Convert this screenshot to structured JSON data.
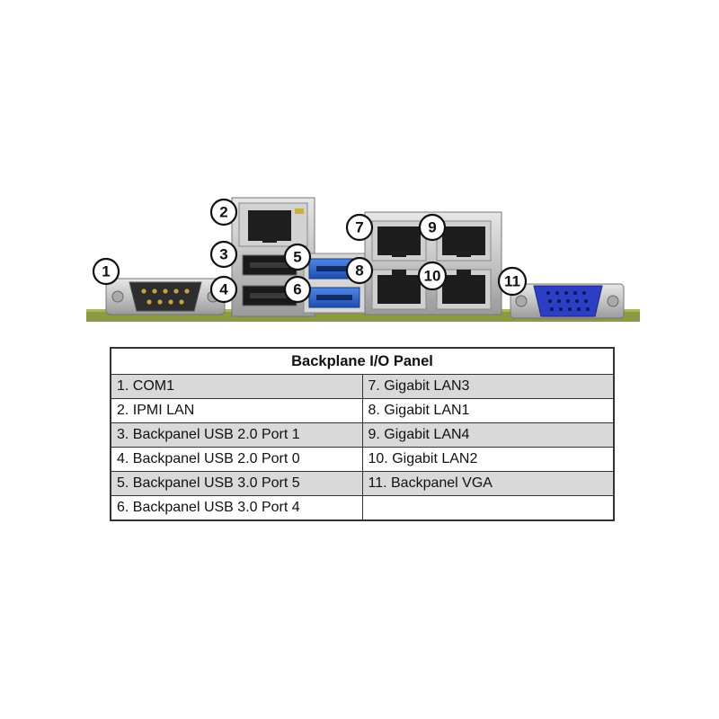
{
  "callouts": [
    "1",
    "2",
    "3",
    "4",
    "5",
    "6",
    "7",
    "8",
    "9",
    "10",
    "11"
  ],
  "table": {
    "title": "Backplane I/O Panel",
    "rows": [
      [
        "1. COM1",
        "7. Gigabit LAN3"
      ],
      [
        "2. IPMI LAN",
        "8.  Gigabit LAN1"
      ],
      [
        "3. Backpanel USB 2.0 Port 1",
        "9. Gigabit LAN4"
      ],
      [
        "4. Backpanel USB 2.0 Port 0",
        "10. Gigabit LAN2"
      ],
      [
        "5. Backpanel USB 3.0 Port 5",
        "11. Backpanel VGA"
      ],
      [
        "6. Backpanel USB 3.0 Port 4",
        ""
      ]
    ]
  },
  "colors": {
    "pcb": "#8c9a44",
    "metal": "#c9c9c9",
    "usb3_blue": "#2a62c8",
    "vga_blue": "#2c3fc4",
    "row_shade": "#d9d9d9"
  }
}
